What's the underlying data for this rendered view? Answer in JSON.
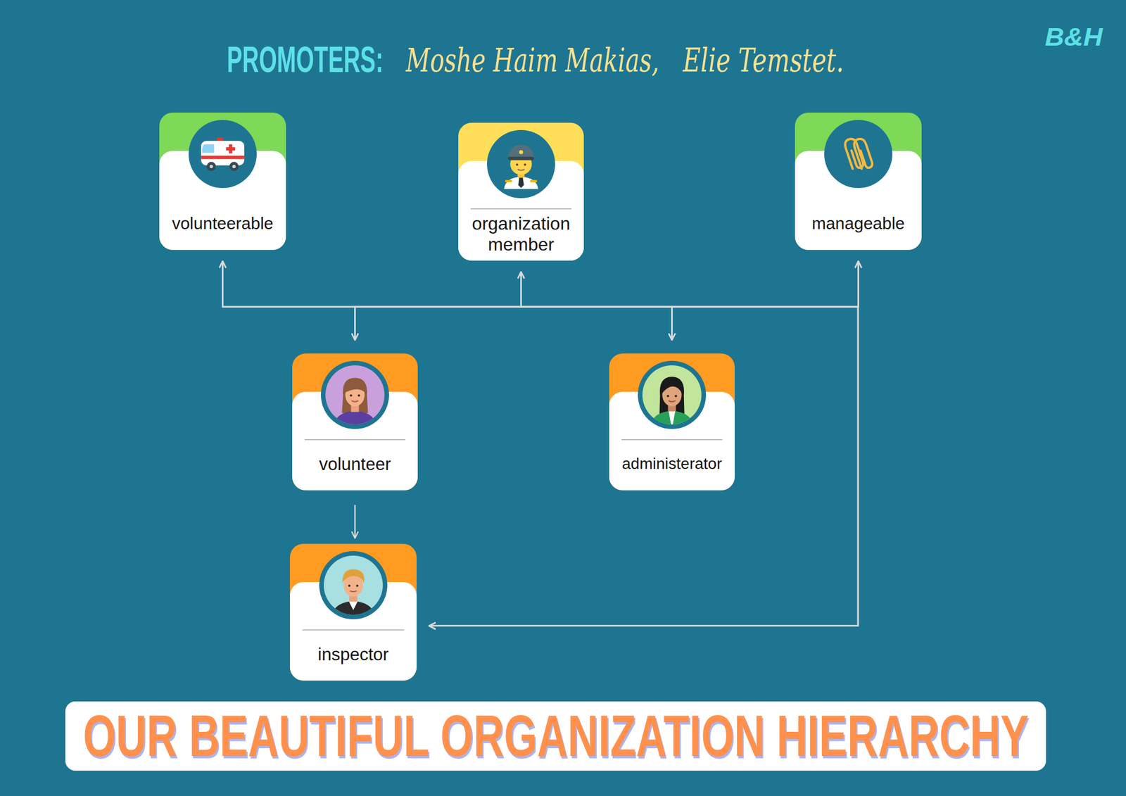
{
  "diagram": {
    "title": "OUR BEAUTIFUL ORGANIZATION HIERARCHY",
    "nodes": [
      {
        "text": [
          "volunteerable"
        ]
      },
      {
        "text": [
          "organization member"
        ]
      },
      {
        "text": [
          "manageable"
        ]
      },
      {
        "text": [
          "volunteer"
        ]
      },
      {
        "text": [
          "administerator"
        ]
      },
      {
        "text": [
          "inspector"
        ]
      }
    ],
    "edges": [
      {
        "from": 0,
        "to": 3,
        "arrow": "both"
      },
      {
        "from": 0,
        "to": 4,
        "arrow": "both"
      },
      {
        "from": 0,
        "to": 5,
        "arrow": "both"
      },
      {
        "from": 1,
        "to": 3,
        "arrow": "both"
      },
      {
        "from": 1,
        "to": 4,
        "arrow": "both"
      },
      {
        "from": 1,
        "to": 5,
        "arrow": "both"
      },
      {
        "from": 2,
        "to": 3,
        "arrow": "both"
      },
      {
        "from": 2,
        "to": 4,
        "arrow": "both"
      },
      {
        "from": 2,
        "to": 5,
        "arrow": "both"
      },
      {
        "from": 3,
        "to": 5,
        "arrow": "to"
      }
    ],
    "labels": [
      "PROMOTERS:",
      "Moshe Haim Makias,",
      "Elie Temstet.",
      "B&H"
    ]
  }
}
